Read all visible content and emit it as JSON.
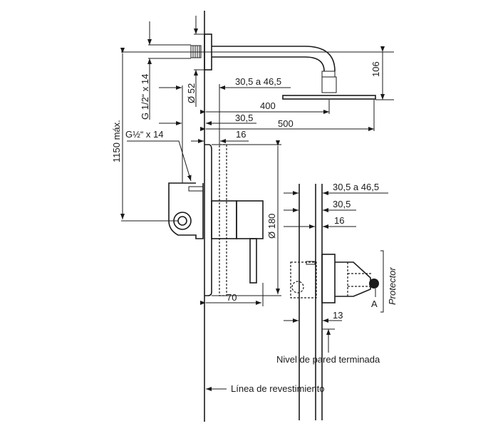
{
  "shower_arm": {
    "dim_wall_range": "30,5 a 46,5",
    "dim_head_distance": "400",
    "dim_wall": "30,5",
    "dim_arm_length": "500",
    "dim_plate": "16",
    "dim_head_height": "106",
    "dim_flange_diameter": "Ø 52",
    "thread_top": "G 1/2“ x 14"
  },
  "mixer": {
    "thread_label": "G½“ x 14",
    "height_label": "1150 máx.",
    "plate_diameter": "Ø 180",
    "depth": "70"
  },
  "detail": {
    "dim_range": "30,5 a 46,5",
    "dim_mid": "30,5",
    "dim_small": "16",
    "dim_13": "13",
    "label_a": "A",
    "protector": "Protector",
    "finished_wall": "Nivel de pared terminada"
  },
  "cladding_line": "Línea de revestimiento"
}
